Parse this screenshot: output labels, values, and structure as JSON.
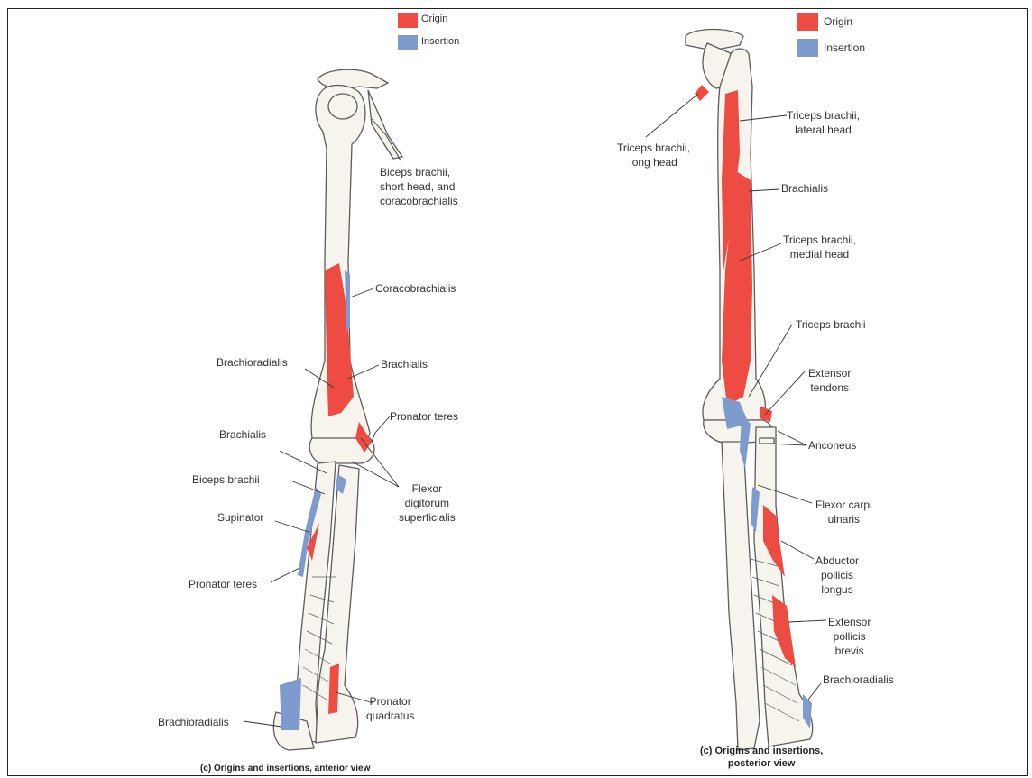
{
  "colors": {
    "origin": "#ee4b43",
    "insertion": "#7e9bd0",
    "bone": "#f7f4ee",
    "bone_line": "#5c5c5c"
  },
  "legend": {
    "origin": "Origin",
    "insertion": "Insertion"
  },
  "anterior": {
    "caption": "(c) Origins and insertions, anterior view",
    "labels": {
      "biceps_short": "Biceps brachii,\nshort head, and\ncoracobrachialis",
      "coracobrachialis": "Coracobrachialis",
      "brachioradialis_upper": "Brachioradialis",
      "brachialis_origin": "Brachialis",
      "pronator_teres_origin": "Pronator teres",
      "brachialis_insertion": "Brachialis",
      "biceps_brachii": "Biceps brachii",
      "flexor_digitorum": "Flexor\ndigitorum\nsuperficialis",
      "supinator": "Supinator",
      "pronator_teres_insertion": "Pronator teres",
      "pronator_quadratus": "Pronator\nquadratus",
      "brachioradialis_lower": "Brachioradialis"
    }
  },
  "posterior": {
    "caption": "(c) Origins and insertions,\nposterior view",
    "labels": {
      "triceps_long": "Triceps brachii,\nlong head",
      "triceps_lateral": "Triceps brachii,\nlateral head",
      "brachialis": "Brachialis",
      "triceps_medial": "Triceps brachii,\nmedial head",
      "triceps_brachii": "Triceps brachii",
      "extensor_tendons": "Extensor\ntendons",
      "anconeus": "Anconeus",
      "flexor_carpi_ulnaris": "Flexor carpi\nulnaris",
      "abductor_pollicis": "Abductor\npollicis\nlongus",
      "extensor_pollicis": "Extensor\npollicis\nbrevis",
      "brachioradialis": "Brachioradialis"
    }
  }
}
